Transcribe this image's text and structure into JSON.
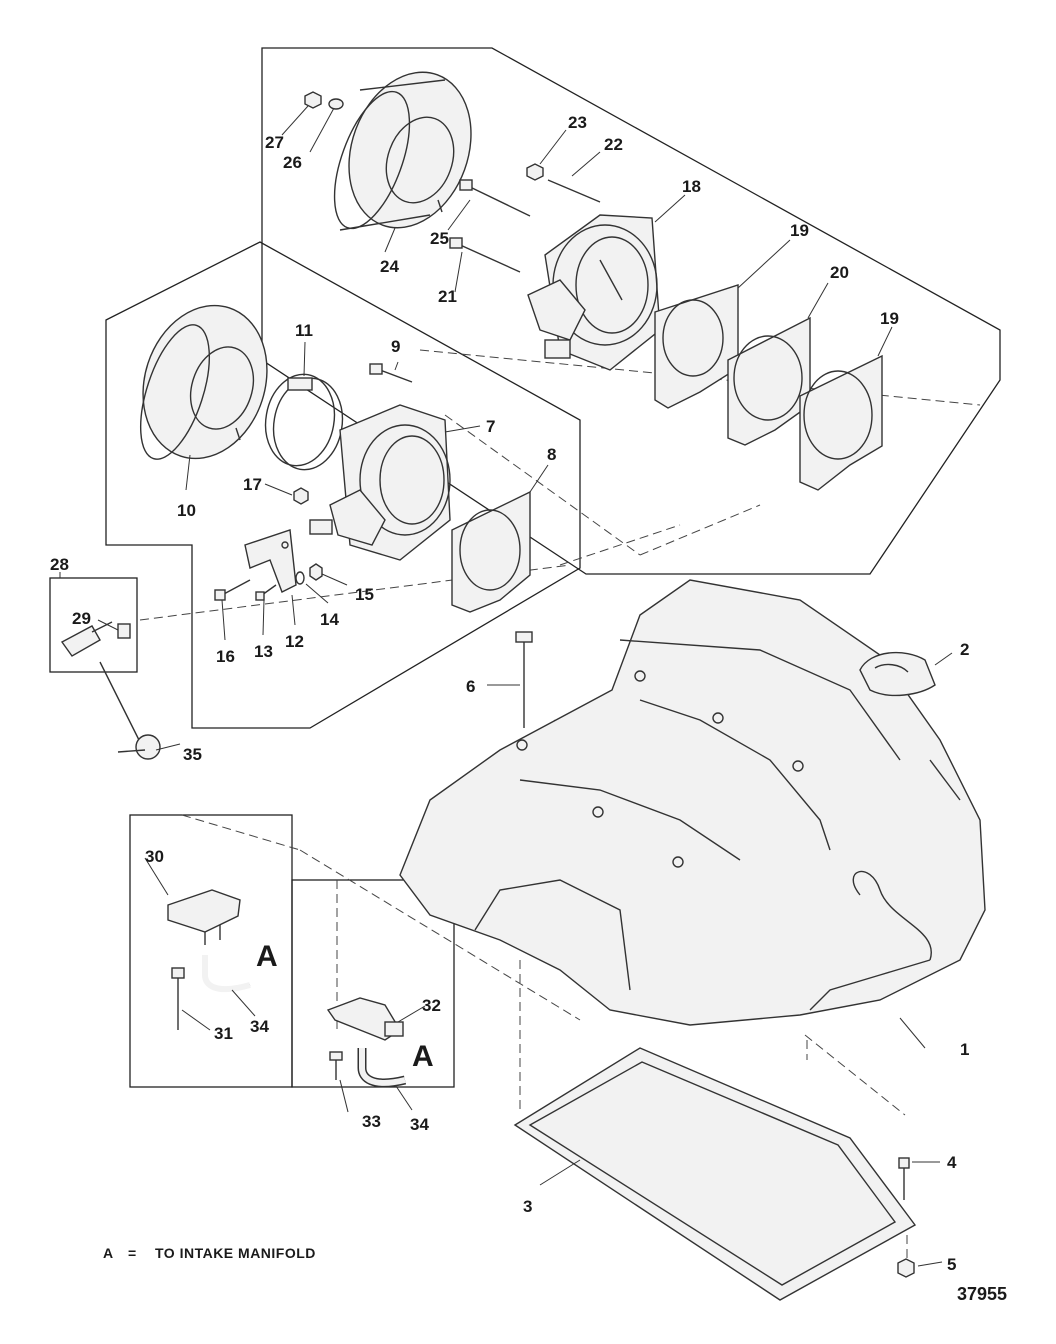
{
  "diagram": {
    "figure_number": "37955",
    "legend": {
      "key": "A",
      "equals": "=",
      "text": "TO INTAKE MANIFOLD"
    },
    "connector_letter": "A",
    "callouts": [
      "1",
      "2",
      "3",
      "4",
      "5",
      "6",
      "7",
      "8",
      "9",
      "10",
      "11",
      "12",
      "13",
      "14",
      "15",
      "16",
      "17",
      "18",
      "19",
      "20",
      "21",
      "22",
      "23",
      "24",
      "25",
      "26",
      "27",
      "28",
      "29",
      "30",
      "31",
      "32",
      "33",
      "34",
      "35"
    ]
  }
}
